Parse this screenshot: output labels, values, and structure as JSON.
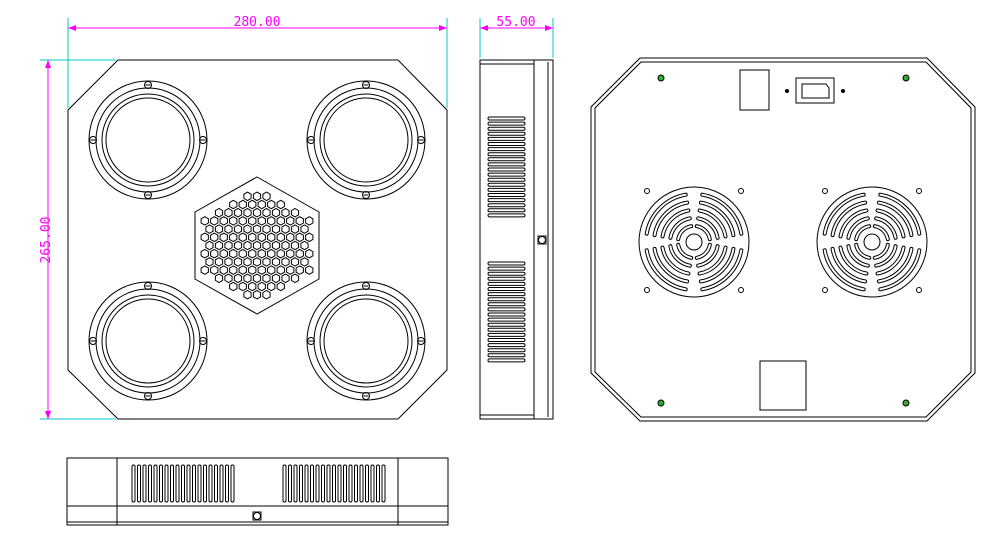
{
  "dimensions": {
    "width_label": "280.00",
    "height_label": "265.00",
    "depth_label": "55.00"
  },
  "colors": {
    "line": "#000000",
    "dimension": "#ff00ff",
    "dimension_ext": "#00c8c8",
    "mount_point": "#33aa33"
  },
  "views": [
    "front-view",
    "side-view",
    "back-view",
    "bottom-view"
  ]
}
